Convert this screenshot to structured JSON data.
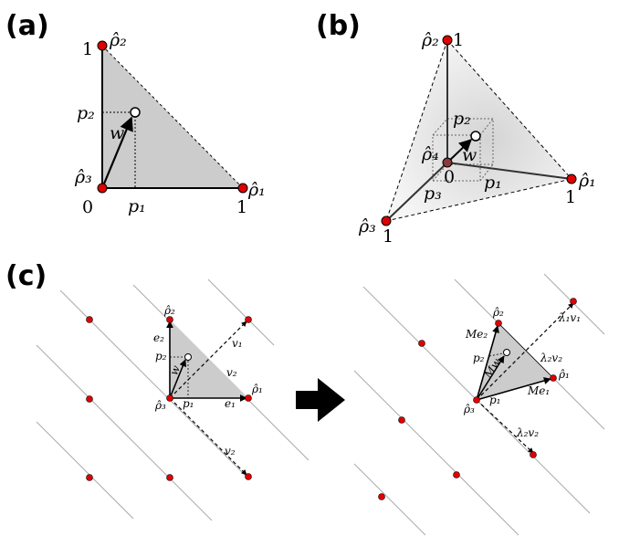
{
  "panels": {
    "a": {
      "label": "(a)",
      "rho2": "ρ̂₂",
      "rho1": "ρ̂₁",
      "rho3": "ρ̂₃",
      "one_top": "1",
      "one_right": "1",
      "zero": "0",
      "p1": "p₁",
      "p2": "p₂",
      "w": "w"
    },
    "b": {
      "label": "(b)",
      "rho2": "ρ̂₂",
      "rho1": "ρ̂₁",
      "rho3": "ρ̂₃",
      "rho4": "ρ̂₄",
      "one_top": "1",
      "one_right": "1",
      "one_left": "1",
      "zero": "0",
      "p1": "p₁",
      "p2": "p₂",
      "p3": "p₃",
      "w": "w"
    },
    "c": {
      "label": "(c)",
      "left": {
        "rho2": "ρ̂₂",
        "rho1": "ρ̂₁",
        "rho3": "ρ̂₃",
        "e1": "e₁",
        "e2": "e₂",
        "p1": "p₁",
        "p2": "p₂",
        "w": "w",
        "v1": "v₁",
        "v2_inner": "v₂",
        "v2_lower": "v₂"
      },
      "right": {
        "rho2": "ρ̂₂",
        "rho1": "ρ̂₁",
        "rho3": "ρ̂₃",
        "Me1": "Me₁",
        "Me2": "Me₂",
        "p1": "p₁",
        "p2": "p₂",
        "Mw": "Mw",
        "l1v1": "λ₁v₁",
        "l2v2_inner": "λ₂v₂",
        "l2v2_lower": "λ₂v₂"
      }
    }
  },
  "colors": {
    "point": "#e00000",
    "fill": "#cccccc",
    "line": "#000000",
    "lattice": "#aaaaaa"
  }
}
